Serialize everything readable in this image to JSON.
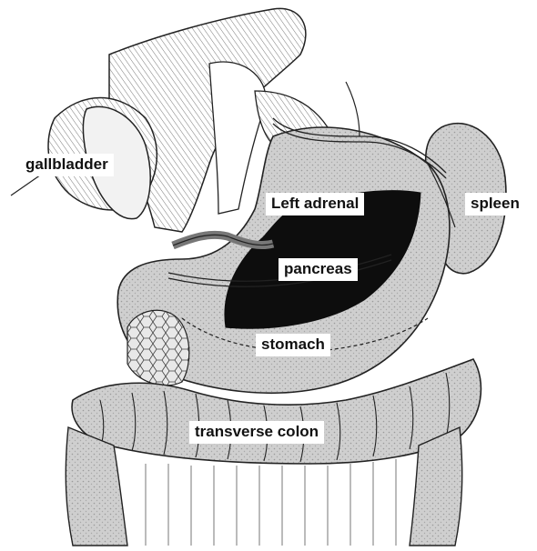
{
  "labels": {
    "gallbladder": "gallbladder",
    "left_adrenal": "Left adrenal",
    "spleen": "spleen",
    "pancreas": "pancreas",
    "stomach": "stomach",
    "transverse_colon": "transverse colon"
  },
  "colors": {
    "ink": "#111111",
    "organ_fill": "#c9c9c9",
    "adrenal_fill": "#0d0d0d",
    "background": "#ffffff"
  }
}
